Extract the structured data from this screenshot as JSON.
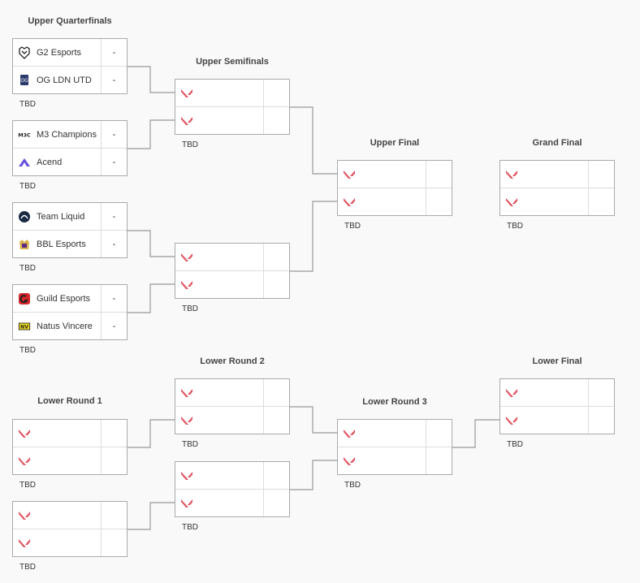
{
  "rounds": [
    {
      "key": "uqf",
      "title": "Upper Quarterfinals"
    },
    {
      "key": "usf",
      "title": "Upper Semifinals"
    },
    {
      "key": "uf",
      "title": "Upper Final"
    },
    {
      "key": "gf",
      "title": "Grand Final"
    },
    {
      "key": "lr2",
      "title": "Lower Round 2"
    },
    {
      "key": "lr1",
      "title": "Lower Round 1"
    },
    {
      "key": "lr3",
      "title": "Lower Round 3"
    },
    {
      "key": "lf",
      "title": "Lower Final"
    }
  ],
  "matches": [
    {
      "id": "uqf1",
      "round": "uqf",
      "date": "TBD",
      "teams": [
        {
          "name": "G2 Esports",
          "logo": "g2-esports-logo",
          "score": "-"
        },
        {
          "name": "OG LDN UTD",
          "logo": "og-ldn-utd-logo",
          "score": "-"
        }
      ]
    },
    {
      "id": "uqf2",
      "round": "uqf",
      "date": "TBD",
      "teams": [
        {
          "name": "M3 Champions",
          "logo": "m3-champions-logo",
          "score": "-"
        },
        {
          "name": "Acend",
          "logo": "acend-logo",
          "score": "-"
        }
      ]
    },
    {
      "id": "uqf3",
      "round": "uqf",
      "date": "TBD",
      "teams": [
        {
          "name": "Team Liquid",
          "logo": "team-liquid-logo",
          "score": "-"
        },
        {
          "name": "BBL Esports",
          "logo": "bbl-esports-logo",
          "score": "-"
        }
      ]
    },
    {
      "id": "uqf4",
      "round": "uqf",
      "date": "TBD",
      "teams": [
        {
          "name": "Guild Esports",
          "logo": "guild-esports-logo",
          "score": "-"
        },
        {
          "name": "Natus Vincere",
          "logo": "natus-vincere-logo",
          "score": "-"
        }
      ]
    },
    {
      "id": "usf1",
      "round": "usf",
      "date": "TBD",
      "teams": [
        {
          "name": "",
          "logo": "valorant-icon",
          "score": ""
        },
        {
          "name": "",
          "logo": "valorant-icon",
          "score": ""
        }
      ]
    },
    {
      "id": "usf2",
      "round": "usf",
      "date": "TBD",
      "teams": [
        {
          "name": "",
          "logo": "valorant-icon",
          "score": ""
        },
        {
          "name": "",
          "logo": "valorant-icon",
          "score": ""
        }
      ]
    },
    {
      "id": "uf1",
      "round": "uf",
      "date": "TBD",
      "teams": [
        {
          "name": "",
          "logo": "valorant-icon",
          "score": ""
        },
        {
          "name": "",
          "logo": "valorant-icon",
          "score": ""
        }
      ]
    },
    {
      "id": "gf1",
      "round": "gf",
      "date": "TBD",
      "teams": [
        {
          "name": "",
          "logo": "valorant-icon",
          "score": ""
        },
        {
          "name": "",
          "logo": "valorant-icon",
          "score": ""
        }
      ]
    },
    {
      "id": "lr1a",
      "round": "lr1",
      "date": "TBD",
      "teams": [
        {
          "name": "",
          "logo": "valorant-icon",
          "score": ""
        },
        {
          "name": "",
          "logo": "valorant-icon",
          "score": ""
        }
      ]
    },
    {
      "id": "lr1b",
      "round": "lr1",
      "date": "TBD",
      "teams": [
        {
          "name": "",
          "logo": "valorant-icon",
          "score": ""
        },
        {
          "name": "",
          "logo": "valorant-icon",
          "score": ""
        }
      ]
    },
    {
      "id": "lr2a",
      "round": "lr2",
      "date": "TBD",
      "teams": [
        {
          "name": "",
          "logo": "valorant-icon",
          "score": ""
        },
        {
          "name": "",
          "logo": "valorant-icon",
          "score": ""
        }
      ]
    },
    {
      "id": "lr2b",
      "round": "lr2",
      "date": "TBD",
      "teams": [
        {
          "name": "",
          "logo": "valorant-icon",
          "score": ""
        },
        {
          "name": "",
          "logo": "valorant-icon",
          "score": ""
        }
      ]
    },
    {
      "id": "lr3a",
      "round": "lr3",
      "date": "TBD",
      "teams": [
        {
          "name": "",
          "logo": "valorant-icon",
          "score": ""
        },
        {
          "name": "",
          "logo": "valorant-icon",
          "score": ""
        }
      ]
    },
    {
      "id": "lf1",
      "round": "lf",
      "date": "TBD",
      "teams": [
        {
          "name": "",
          "logo": "valorant-icon",
          "score": ""
        },
        {
          "name": "",
          "logo": "valorant-icon",
          "score": ""
        }
      ]
    }
  ],
  "connections": [
    [
      "uqf1",
      "usf1",
      0
    ],
    [
      "uqf2",
      "usf1",
      1
    ],
    [
      "uqf3",
      "usf2",
      0
    ],
    [
      "uqf4",
      "usf2",
      1
    ],
    [
      "usf1",
      "uf1",
      0
    ],
    [
      "usf2",
      "uf1",
      1
    ],
    [
      "lr1a",
      "lr2a",
      1
    ],
    [
      "lr1b",
      "lr2b",
      1
    ],
    [
      "lr2a",
      "lr3a",
      0
    ],
    [
      "lr2b",
      "lr3a",
      1
    ],
    [
      "lr3a",
      "lf1",
      1
    ]
  ],
  "colors": {
    "accent": "#e0525f",
    "border": "#aaaaaa",
    "divider": "#dddddd",
    "line": "#999999",
    "background": "#f9f9f9"
  }
}
